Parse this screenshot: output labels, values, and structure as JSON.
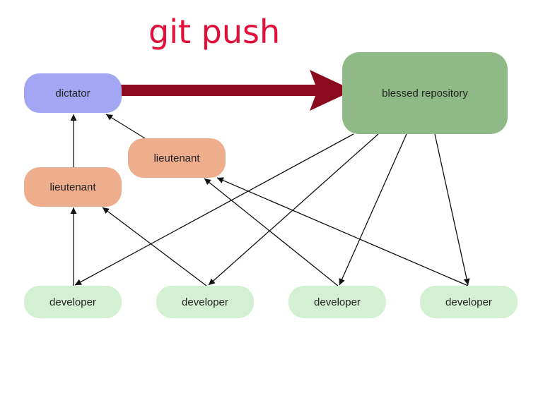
{
  "title": "git push",
  "colors": {
    "title": "#e0103a",
    "dictator": "#a3a6f2",
    "blessed_repository": "#8fba88",
    "lieutenant": "#eeae8d",
    "developer": "#d4f0d2",
    "push_arrow": "#8b0a1e",
    "edge": "#111111"
  },
  "nodes": {
    "dictator": "dictator",
    "blessed_repository": "blessed repository",
    "lieutenant_right": "lieutenant",
    "lieutenant_left": "lieutenant",
    "developers": [
      "developer",
      "developer",
      "developer",
      "developer"
    ]
  },
  "edges": [
    {
      "from": "dictator",
      "to": "blessed_repository",
      "style": "thick"
    },
    {
      "from": "lieutenant_right",
      "to": "dictator"
    },
    {
      "from": "lieutenant_left",
      "to": "dictator"
    },
    {
      "from": "developer_1",
      "to": "lieutenant_left"
    },
    {
      "from": "developer_2",
      "to": "lieutenant_left"
    },
    {
      "from": "developer_3",
      "to": "lieutenant_right"
    },
    {
      "from": "developer_4",
      "to": "lieutenant_right"
    },
    {
      "from": "blessed_repository",
      "to": "developer_1"
    },
    {
      "from": "blessed_repository",
      "to": "developer_2"
    },
    {
      "from": "blessed_repository",
      "to": "developer_3"
    },
    {
      "from": "blessed_repository",
      "to": "developer_4"
    }
  ]
}
